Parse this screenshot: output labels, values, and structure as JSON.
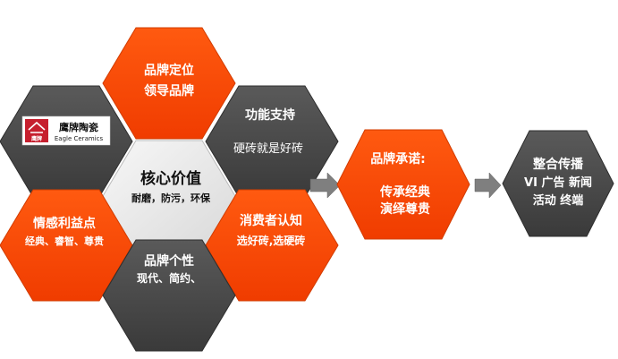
{
  "colors": {
    "orange": "#ff4a00",
    "orange_edge": "#d23c00",
    "dark": "#4d4d4d",
    "dark_edge": "#2e2e2e",
    "light": "#ececec",
    "arrow": "#7f7f7f",
    "logo_red": "#c61f2e"
  },
  "hexes": {
    "top": {
      "line1": "品牌定位",
      "line2": "领导品牌"
    },
    "upper_right": {
      "line1": "功能支持",
      "line2": "硬砖就是好砖"
    },
    "logo": {
      "brand_cn": "鹰牌陶瓷",
      "brand_en": "Eagle Ceramics",
      "mark": "鹰牌"
    },
    "center": {
      "title": "核心价值",
      "subtitle": "耐磨，防污，环保"
    },
    "left": {
      "line1": "情感利益点",
      "line2": "经典、睿智、尊贵"
    },
    "lower_right": {
      "line1": "消费者认知",
      "line2": "选好砖,选硬砖"
    },
    "bottom": {
      "line1": "品牌个性",
      "line2": "现代、简约、"
    }
  },
  "promise": {
    "line1": "品牌承诺:",
    "line2": "传承经典",
    "line3": "演绎尊贵"
  },
  "integration": {
    "line1": "整合传播",
    "line2": "VI  广告 新闻",
    "line3": "活动 终端"
  }
}
